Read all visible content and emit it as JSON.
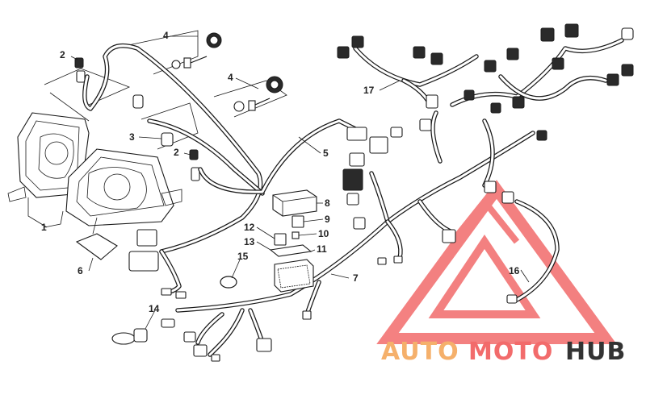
{
  "callouts": [
    "1",
    "2",
    "2",
    "3",
    "4",
    "4",
    "5",
    "6",
    "7",
    "8",
    "9",
    "10",
    "11",
    "12",
    "13",
    "14",
    "15",
    "16",
    "17"
  ],
  "watermark": {
    "part_a": "AUTO",
    "part_b": "MOTO",
    "part_c": "HUB",
    "colors": {
      "accent": "#f5b06b",
      "triangle": "#f26b6b",
      "dark": "#333333"
    }
  }
}
